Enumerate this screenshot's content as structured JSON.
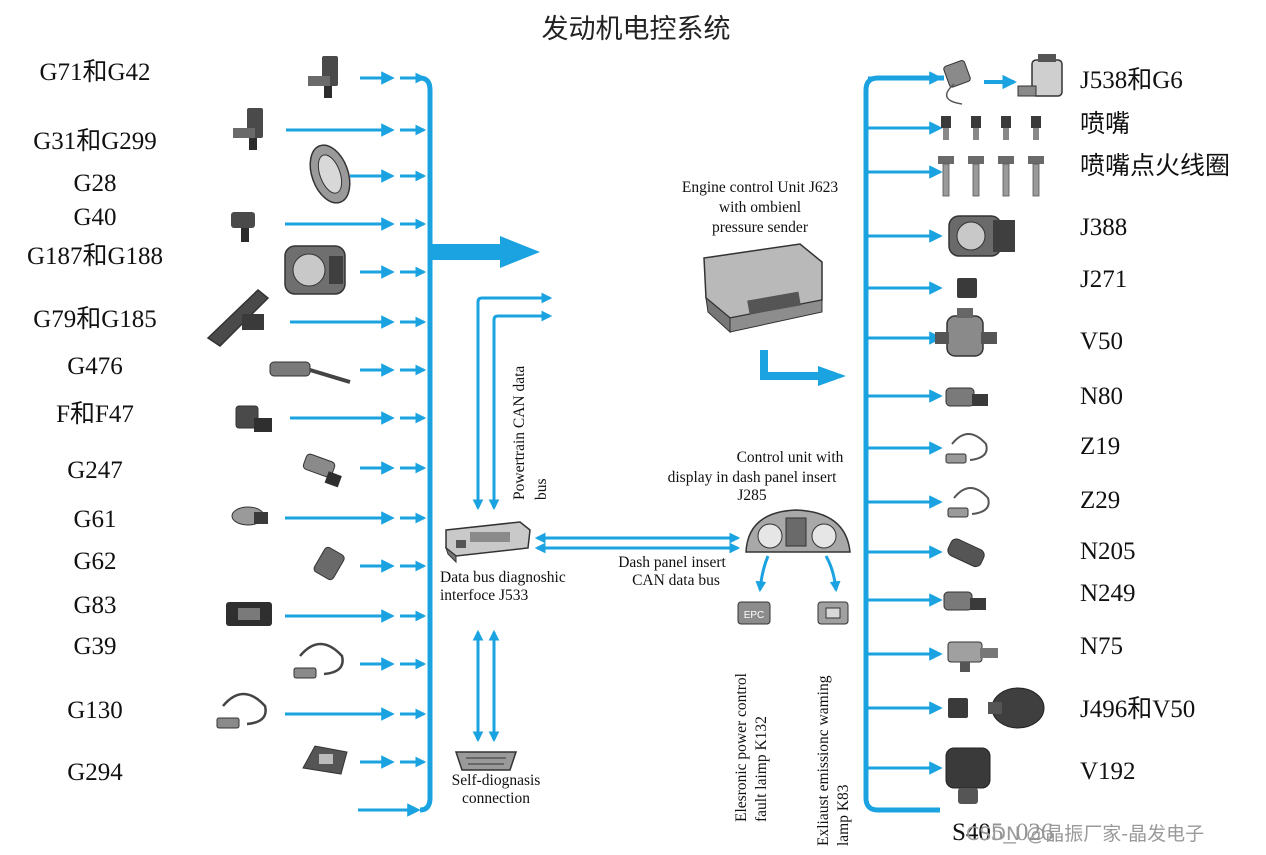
{
  "title": "发动机电控系统",
  "colors": {
    "bus": "#1aa3e0",
    "part": "#4a4a4a",
    "text": "#111111"
  },
  "left_sensors": [
    {
      "label": "G71和G42",
      "icon": "pressure-sensor-icon"
    },
    {
      "label": "G31和G299",
      "icon": "pressure-sensor-icon"
    },
    {
      "label": "G28",
      "icon": "speed-sensor-icon"
    },
    {
      "label": "G40",
      "icon": "hall-sensor-icon"
    },
    {
      "label": "G187和G188",
      "icon": "throttle-body-icon"
    },
    {
      "label": "G79和G185",
      "icon": "accelerator-pedal-icon"
    },
    {
      "label": "G476",
      "icon": "clutch-sensor-icon"
    },
    {
      "label": "F和F47",
      "icon": "brake-switch-icon"
    },
    {
      "label": "G247",
      "icon": "fuel-pressure-sensor-icon"
    },
    {
      "label": "G61",
      "icon": "knock-sensor-icon"
    },
    {
      "label": "G62",
      "icon": "temperature-sensor-icon"
    },
    {
      "label": "G83",
      "icon": "coolant-sensor-icon"
    },
    {
      "label": "G39",
      "icon": "lambda-probe-icon"
    },
    {
      "label": "G130",
      "icon": "lambda-probe-icon"
    },
    {
      "label": "G294",
      "icon": "brake-servo-sensor-icon"
    }
  ],
  "right_actuators": [
    {
      "label": "J538和G6",
      "icon": "fuel-pump-icon"
    },
    {
      "label": "喷嘴",
      "icon": "injector-icon"
    },
    {
      "label": "喷嘴点火线圈",
      "icon": "ignition-coil-icon"
    },
    {
      "label": "J388",
      "icon": "throttle-module-icon"
    },
    {
      "label": "J271",
      "icon": "relay-icon"
    },
    {
      "label": "V50",
      "icon": "coolant-pump-icon"
    },
    {
      "label": "N80",
      "icon": "valve-icon"
    },
    {
      "label": "Z19",
      "icon": "heater-icon"
    },
    {
      "label": "Z29",
      "icon": "heater-icon"
    },
    {
      "label": "N205",
      "icon": "camshaft-valve-icon"
    },
    {
      "label": "N249",
      "icon": "valve-icon"
    },
    {
      "label": "N75",
      "icon": "boost-valve-icon"
    },
    {
      "label": "J496和V50",
      "icon": "pump-icon"
    },
    {
      "label": "V192",
      "icon": "vacuum-pump-icon"
    }
  ],
  "ecu": {
    "line1": "Engine control Unit J623",
    "line2": "with ombienl",
    "line3": "pressure sender"
  },
  "gateway": {
    "line1": "Data bus diagnoshic",
    "line2": "interfoce J533"
  },
  "powertrain_bus": {
    "line1": "Powertrain CAN data",
    "line2": "bus"
  },
  "dash_bus": {
    "line1": "Dash panel insert",
    "line2": "CAN data bus"
  },
  "dash_unit": {
    "line1": "Control unit with",
    "line2": "display in dash panel insert",
    "line3": "J285"
  },
  "epc_lamp": {
    "line1": "Elesronic power control",
    "line2": "fault laimp K132",
    "badge": "EPC"
  },
  "emission_lamp": {
    "line1": "Exliaust emissionc waming",
    "line2": "lamp K83"
  },
  "self_diag": {
    "line1": "Self-diognasis",
    "line2": "connection"
  },
  "watermark": {
    "code": "S405_026",
    "text": "CSDN @晶振厂家-晶发电子"
  }
}
